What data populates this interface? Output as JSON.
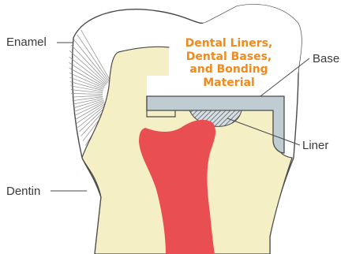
{
  "diagram": {
    "title_lines": [
      "Dental Liners,",
      "Dental Bases,",
      "and Bonding",
      "Material"
    ],
    "labels": {
      "enamel": "Enamel",
      "dentin": "Dentin",
      "base": "Base",
      "liner": "Liner"
    },
    "colors": {
      "title": "#f08a1c",
      "enamel": "#ffffff",
      "dentin": "#f4efc4",
      "pulp": "#e94f52",
      "base": "#bfcdd3",
      "outline": "#4a4a4a"
    }
  }
}
